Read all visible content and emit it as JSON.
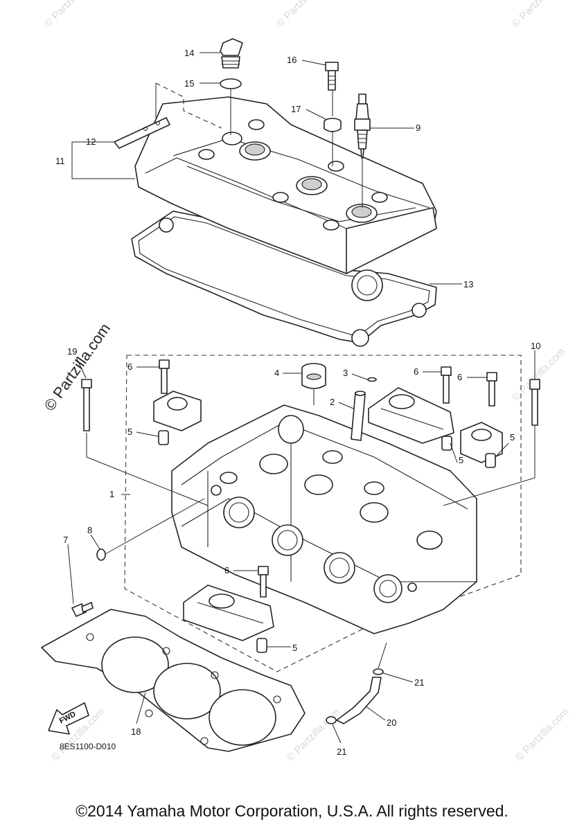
{
  "callouts": [
    {
      "id": "c1",
      "label": "1"
    },
    {
      "id": "c2",
      "label": "2"
    },
    {
      "id": "c3",
      "label": "3"
    },
    {
      "id": "c4",
      "label": "4"
    },
    {
      "id": "c5a",
      "label": "5"
    },
    {
      "id": "c5b",
      "label": "5"
    },
    {
      "id": "c5c",
      "label": "5"
    },
    {
      "id": "c5d",
      "label": "5"
    },
    {
      "id": "c6a",
      "label": "6"
    },
    {
      "id": "c6b",
      "label": "6"
    },
    {
      "id": "c6c",
      "label": "6"
    },
    {
      "id": "c6d",
      "label": "6"
    },
    {
      "id": "c7",
      "label": "7"
    },
    {
      "id": "c8",
      "label": "8"
    },
    {
      "id": "c9",
      "label": "9"
    },
    {
      "id": "c10",
      "label": "10"
    },
    {
      "id": "c11",
      "label": "11"
    },
    {
      "id": "c12",
      "label": "12"
    },
    {
      "id": "c13",
      "label": "13"
    },
    {
      "id": "c14",
      "label": "14"
    },
    {
      "id": "c15",
      "label": "15"
    },
    {
      "id": "c16",
      "label": "16"
    },
    {
      "id": "c17",
      "label": "17"
    },
    {
      "id": "c18",
      "label": "18"
    },
    {
      "id": "c19",
      "label": "19"
    },
    {
      "id": "c20",
      "label": "20"
    },
    {
      "id": "c21a",
      "label": "21"
    },
    {
      "id": "c21b",
      "label": "21"
    }
  ],
  "diagram_code": "8ES1100-D010",
  "fwd_label": "FWD",
  "watermark": "© Partzilla.com",
  "watermark_small": "© Partzilla.com",
  "copyright": "©2014 Yamaha Motor Corporation, U.S.A. All rights reserved."
}
